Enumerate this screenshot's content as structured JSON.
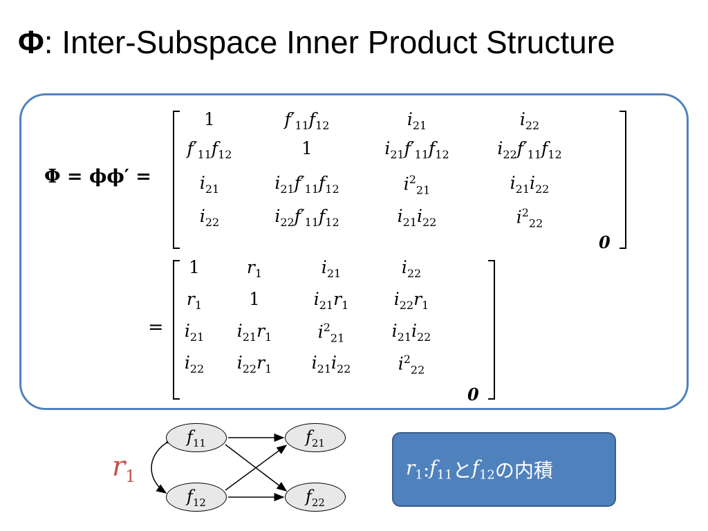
{
  "title": {
    "symbol": "Φ",
    "text": ": Inter-Subspace Inner Product Structure"
  },
  "equation": {
    "lhs": "Φ = ϕϕ′ =",
    "eq2": "=",
    "zero": "0",
    "matrix1": {
      "cells": [
        [
          "1",
          "f′11f12",
          "i21",
          "i22"
        ],
        [
          "f′11f12",
          "1",
          "i21f′11f12",
          "i22f′11f12"
        ],
        [
          "i21",
          "i21f′11f12",
          "i²21",
          "i21i22"
        ],
        [
          "i22",
          "i22f′11f12",
          "i21i22",
          "i²22"
        ]
      ]
    },
    "matrix2": {
      "cells": [
        [
          "1",
          "r1",
          "i21",
          "i22"
        ],
        [
          "r1",
          "1",
          "i21r1",
          "i22r1"
        ],
        [
          "i21",
          "i21r1",
          "i²21",
          "i21i22"
        ],
        [
          "i22",
          "i22r1",
          "i21i22",
          "i²22"
        ]
      ]
    }
  },
  "graph": {
    "nodes": [
      "f11",
      "f12",
      "f21",
      "f22"
    ],
    "r1_label": "r1"
  },
  "callout": {
    "var": "r",
    "sub": "1",
    "sep": ": ",
    "f1": "f",
    "f1sub": "11",
    "to": "と",
    "f2": "f",
    "f2sub": "12",
    "rest": "の内積"
  },
  "colors": {
    "accent": "#4f81bd",
    "r1": "#c0504d",
    "node_fill": "#e8e8e8"
  }
}
